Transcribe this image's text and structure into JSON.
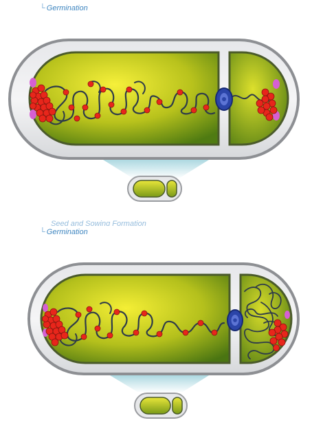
{
  "panels": [
    {
      "caption": "Germination",
      "bracket": "└"
    },
    {
      "caption": "Germination",
      "bracket": "└",
      "faded_caption": "Seed and Sowing Formation"
    }
  ],
  "colors": {
    "caption": "#3f86c0",
    "cell_outline": "#8d8f93",
    "cytoplasm_light": "#f1ec33",
    "cytoplasm_dark": "#4f7b12",
    "chromosome": "#2d3a4a",
    "protein": "#e8261b",
    "complex": "#2b45a8",
    "pole_marker": "#d65fd3"
  }
}
